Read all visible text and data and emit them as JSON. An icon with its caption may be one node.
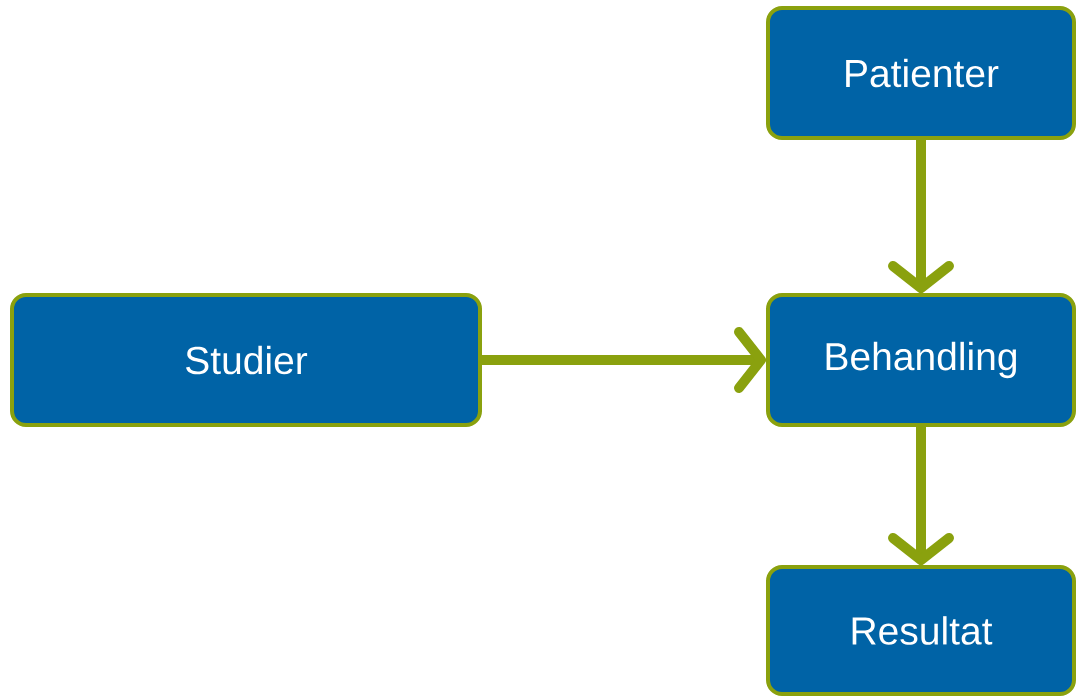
{
  "diagram": {
    "nodes": [
      {
        "text": [
          "Patienter"
        ]
      },
      {
        "text": [
          "Studier"
        ]
      },
      {
        "text": [
          "Behandling"
        ]
      },
      {
        "text": [
          "Resultat"
        ]
      }
    ],
    "edges": [
      {
        "from": 0,
        "to": 2,
        "arrow": "to"
      },
      {
        "from": 1,
        "to": 2,
        "arrow": "to"
      },
      {
        "from": 2,
        "to": 3,
        "arrow": "to"
      }
    ]
  }
}
